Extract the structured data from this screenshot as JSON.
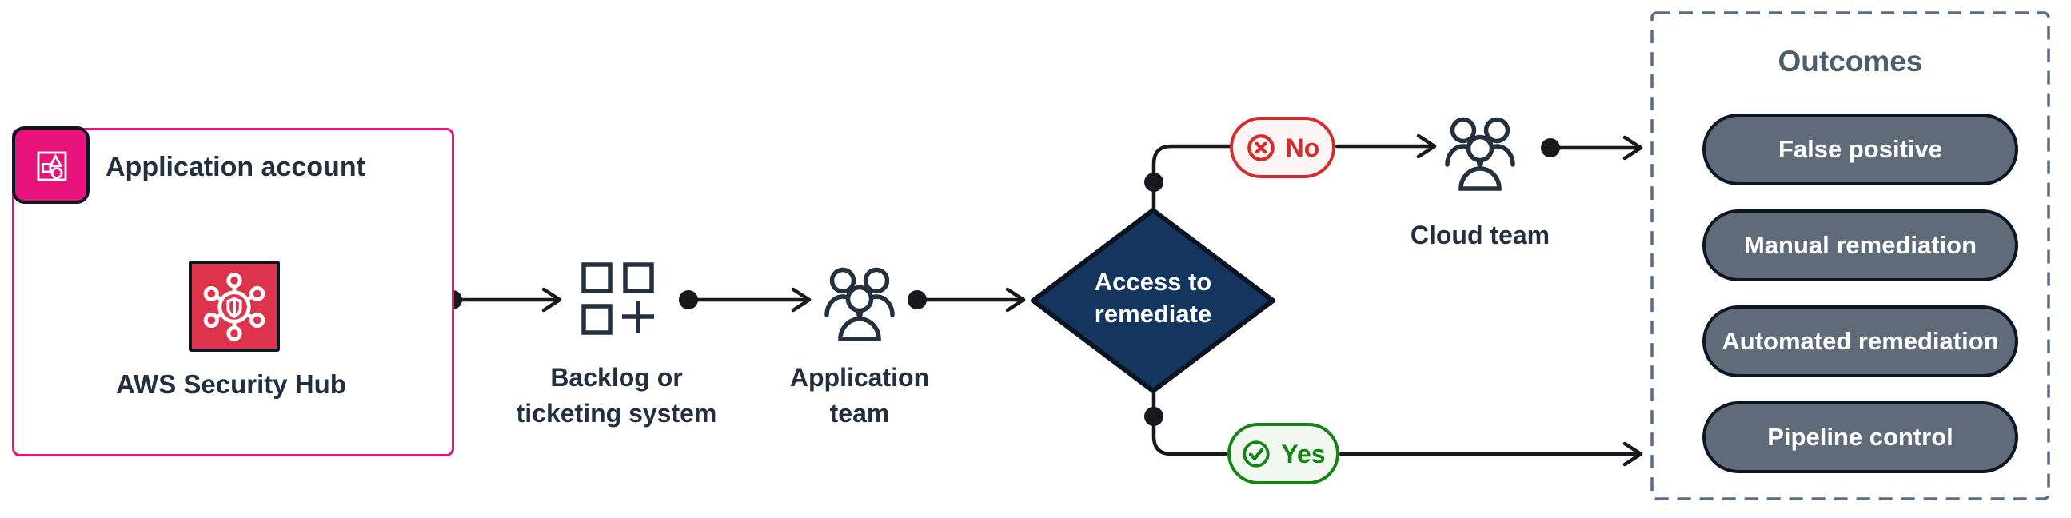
{
  "colors": {
    "pink": "#E7157B",
    "red": "#DD344C",
    "navy": "#232F3E",
    "ink": "#17191C",
    "diamond_blue": "#14365E",
    "slate_pill": "#5F6B79",
    "pill_border": "#0D1724",
    "no_red": "#D42B2B",
    "no_bg": "#FDF4F4",
    "yes_green": "#148414",
    "yes_bg": "#F1F8F0",
    "dash_border": "#5A6B82",
    "title_gray": "#4F5D6B"
  },
  "application_account": {
    "title": "Application account",
    "service_label": "AWS Security Hub"
  },
  "flow": {
    "backlog_label": "Backlog or\nticketing system",
    "application_team_label": "Application\nteam",
    "decision_label": "Access to\nremediate",
    "no_label": "No",
    "yes_label": "Yes",
    "cloud_team_label": "Cloud team"
  },
  "outcomes": {
    "title": "Outcomes",
    "items": [
      {
        "label": "False positive"
      },
      {
        "label": "Manual remediation"
      },
      {
        "label": "Automated remediation"
      },
      {
        "label": "Pipeline control"
      }
    ]
  }
}
